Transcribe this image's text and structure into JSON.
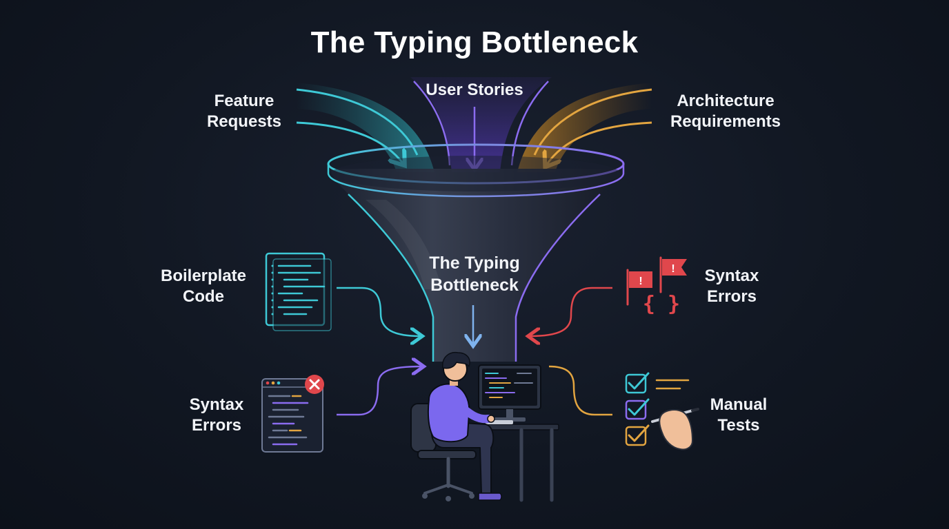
{
  "title": "The Typing Bottleneck",
  "inputs": {
    "feature": [
      "Feature",
      "Requests"
    ],
    "stories": "User Stories",
    "architecture": [
      "Architecture",
      "Requirements"
    ]
  },
  "center": [
    "The Typing",
    "Bottleneck"
  ],
  "obstacles": {
    "boilerplate": [
      "Boilerplate",
      "Code"
    ],
    "syntax_left": [
      "Syntax",
      "Errors"
    ],
    "syntax_right": [
      "Syntax",
      "Errors"
    ],
    "manual_tests": [
      "Manual",
      "Tests"
    ]
  },
  "icons": {
    "boilerplate": "code-document-icon",
    "syntax_left": "code-window-error-icon",
    "syntax_right": "error-flags-braces-icon",
    "manual_tests": "checklist-hand-pen-icon",
    "center": "developer-at-computer-icon"
  },
  "colors": {
    "teal": "#3ec9d6",
    "purple": "#8b6cf0",
    "amber": "#e3a540",
    "red": "#e0474c",
    "background": "#111722"
  },
  "error_glyph": "{ }"
}
